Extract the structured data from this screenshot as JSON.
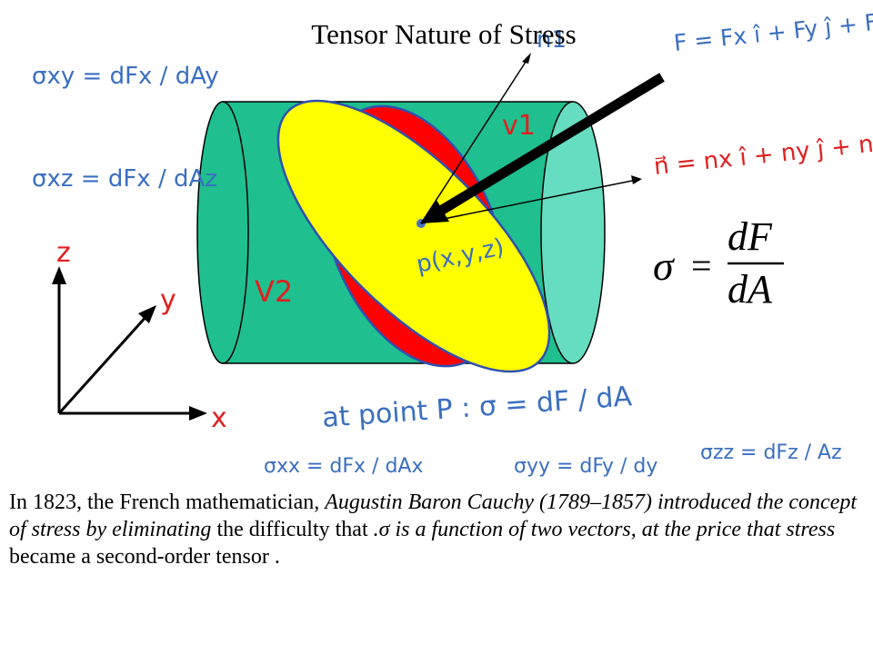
{
  "slide": {
    "title": "Tensor Nature of Stress",
    "paragraph": {
      "p1": "In 1823, the French mathematician, ",
      "p2_italic": "Augustin Baron Cauchy (1789–1857) introduced the concept of stress by eliminating",
      "p3": " the difficulty that ",
      "p4_italic": ".σ is a function of two vectors, at the price that stress",
      "p5": " became a second-order tensor ."
    }
  },
  "diagram": {
    "label_v1": "v1",
    "label_v2": "V2",
    "label_point": "p(x,y,z)",
    "axis_z": "z",
    "axis_y": "y",
    "axis_x": "x"
  },
  "formula": {
    "sigma_vec": "σ⃗",
    "equals": "=",
    "numerator": "dF⃗",
    "denominator": "dA"
  },
  "handwritten_notes": {
    "n_vec": "n⃗ = nx î + ny ĵ + nz k̂",
    "n1": "n1",
    "f_vec": "F = Fx î + Fy ĵ + Fz k̂",
    "sigma_xy": "σxy = dFx / dAy",
    "sigma_xz": "σxz = dFx / dAz",
    "at_point": "at point P : σ = dF / dA",
    "sigma_xx": "σxx = dFx / dAx",
    "sigma_yy": "σyy = dFy / dy",
    "sigma_zz": "σzz = dFz / Az"
  },
  "colors": {
    "cylinder": "#1fbf8f",
    "cylinder_end": "#66ddc0",
    "red_disk": "#ff0000",
    "yellow_disk": "#ffff00",
    "ink_blue": "#3a6fc0",
    "ink_red": "#e02020"
  }
}
